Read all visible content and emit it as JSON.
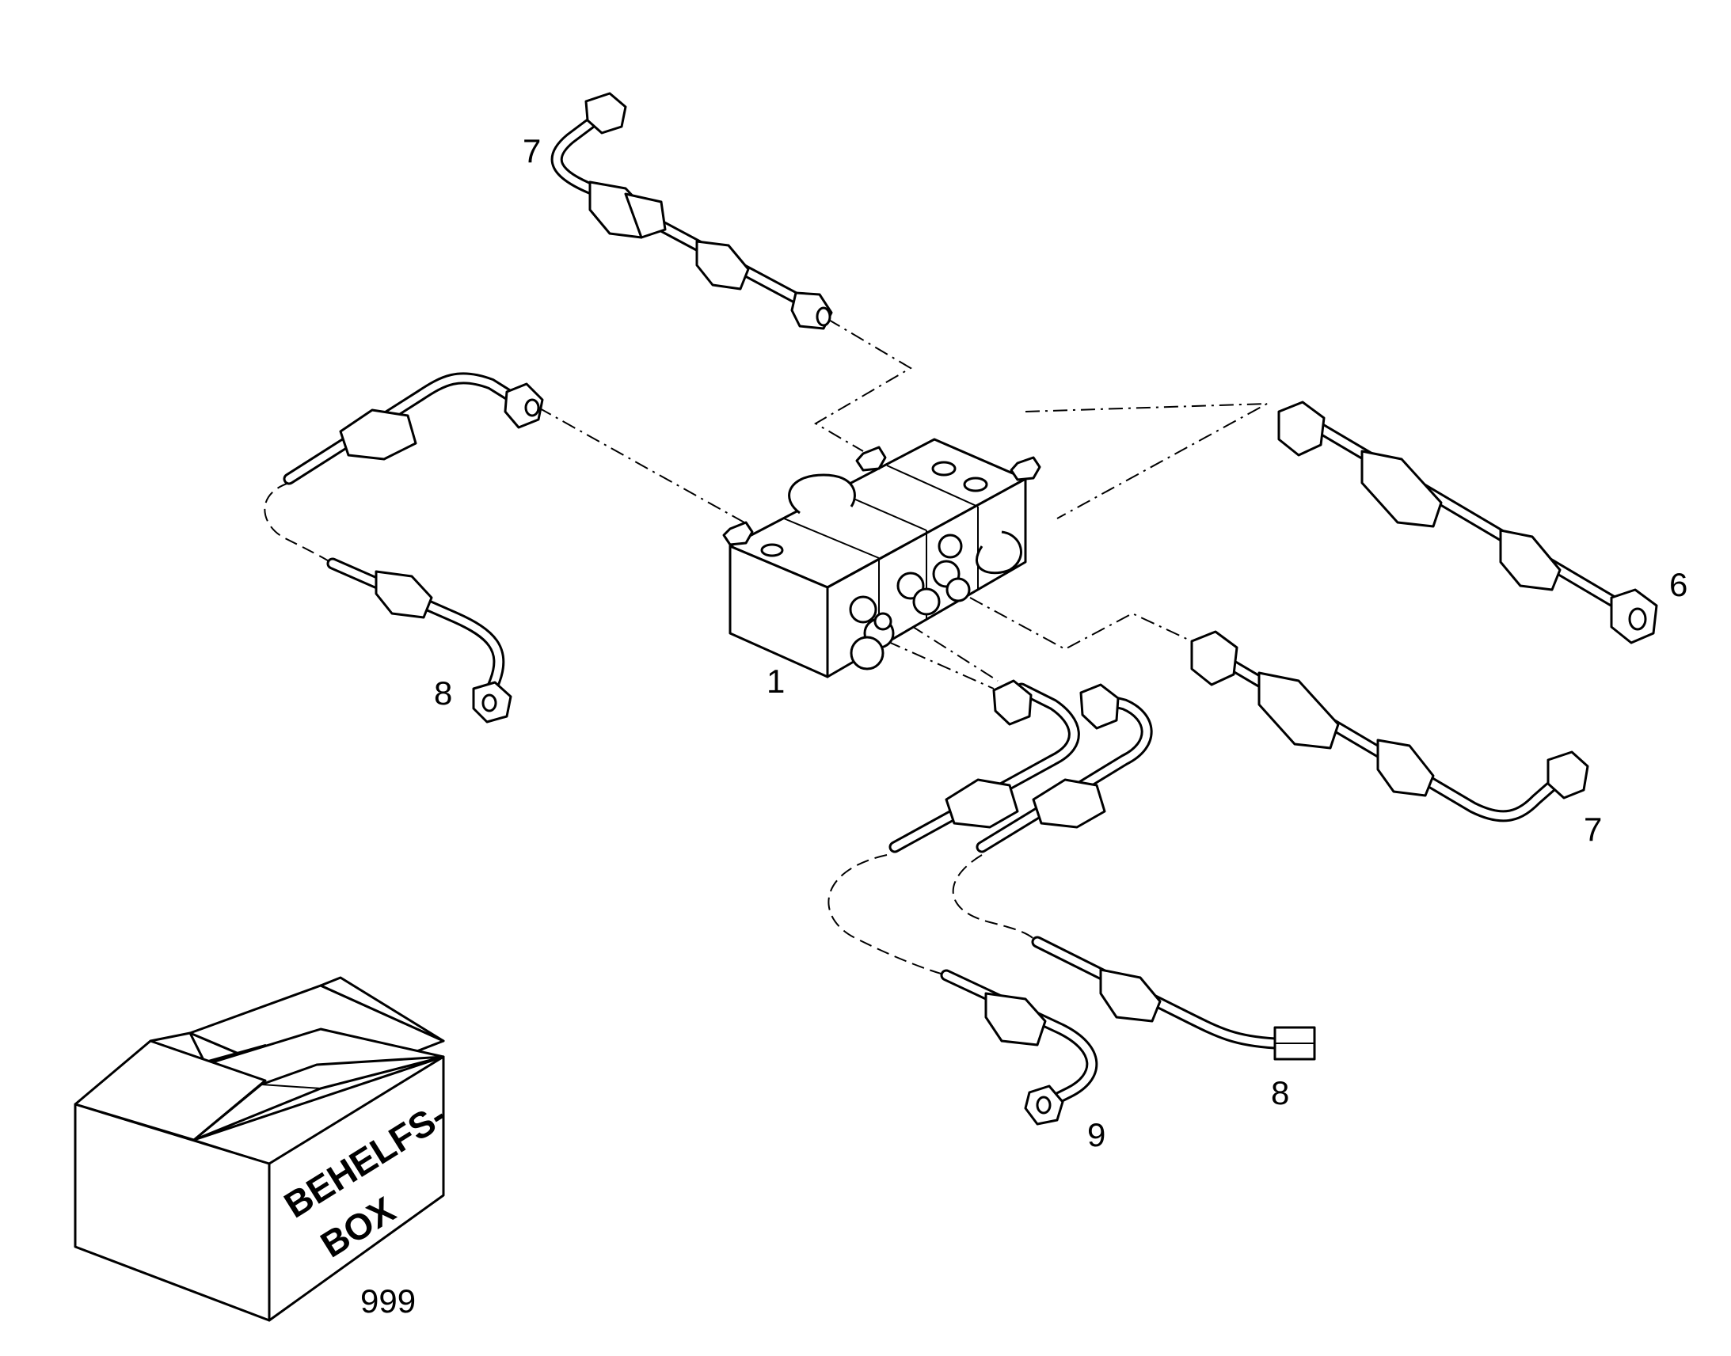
{
  "callouts": {
    "block": "1",
    "pipe_top": "7",
    "pipe_right_upper": "6",
    "pipe_right_lower": "7",
    "pipe_left": "8",
    "pipe_bottom_right": "8",
    "pipe_bottom_left": "9",
    "box": "999"
  },
  "box_label": {
    "line1": "BEHELFS-",
    "line2": "BOX"
  }
}
